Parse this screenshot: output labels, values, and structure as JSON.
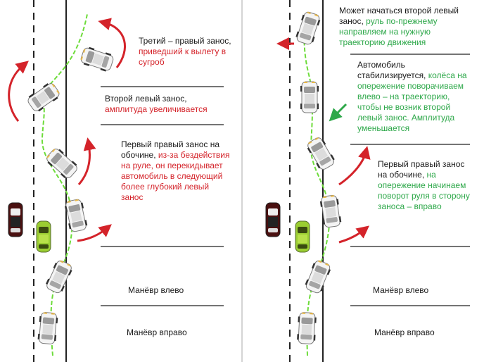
{
  "colors": {
    "red": "#d4232a",
    "green_text": "#2ea84a",
    "trajectory": "#6ddc3a",
    "text": "#1a1a1a",
    "road_line": "#222222"
  },
  "icons": {
    "car": "white-car-topview",
    "oncoming_car": "dark-red-car",
    "parked_car": "lime-green-car",
    "arrow": "curved-arrow"
  },
  "left_panel": {
    "annotations": [
      {
        "id": "third-right-skid",
        "black": "Третий – правый занос, ",
        "red": "приведший к вылету в сугроб"
      },
      {
        "id": "second-left-skid",
        "black": "Второй левый занос, ",
        "red": "амплитуда увеличивается"
      },
      {
        "id": "first-right-skid",
        "black": "Первый правый занос на обочине, ",
        "red": "из-за бездействия на руле, он перекидывает автомобиль в следующий более глубокий левый занос"
      }
    ],
    "maneuver_left": "Манёвр влево",
    "maneuver_right": "Манёвр вправо"
  },
  "right_panel": {
    "annotations": [
      {
        "id": "second-left-may-start",
        "black": "Может начаться второй левый занос, ",
        "green": "руль по-прежнему направляем на нужную траекторию движения"
      },
      {
        "id": "car-stabilizes",
        "black": "Автомобиль стабилизируется, ",
        "green": "колёса на опережение поворачиваем влево – на траекторию, чтобы не возник второй левый занос. Амплитуда уменьшается"
      },
      {
        "id": "first-right-skid-corrected",
        "black": "Первый правый занос на обочине, ",
        "green": "на опережение начинаем поворот руля в сторону заноса – вправо"
      }
    ],
    "maneuver_left": "Манёвр влево",
    "maneuver_right": "Манёвр вправо"
  }
}
